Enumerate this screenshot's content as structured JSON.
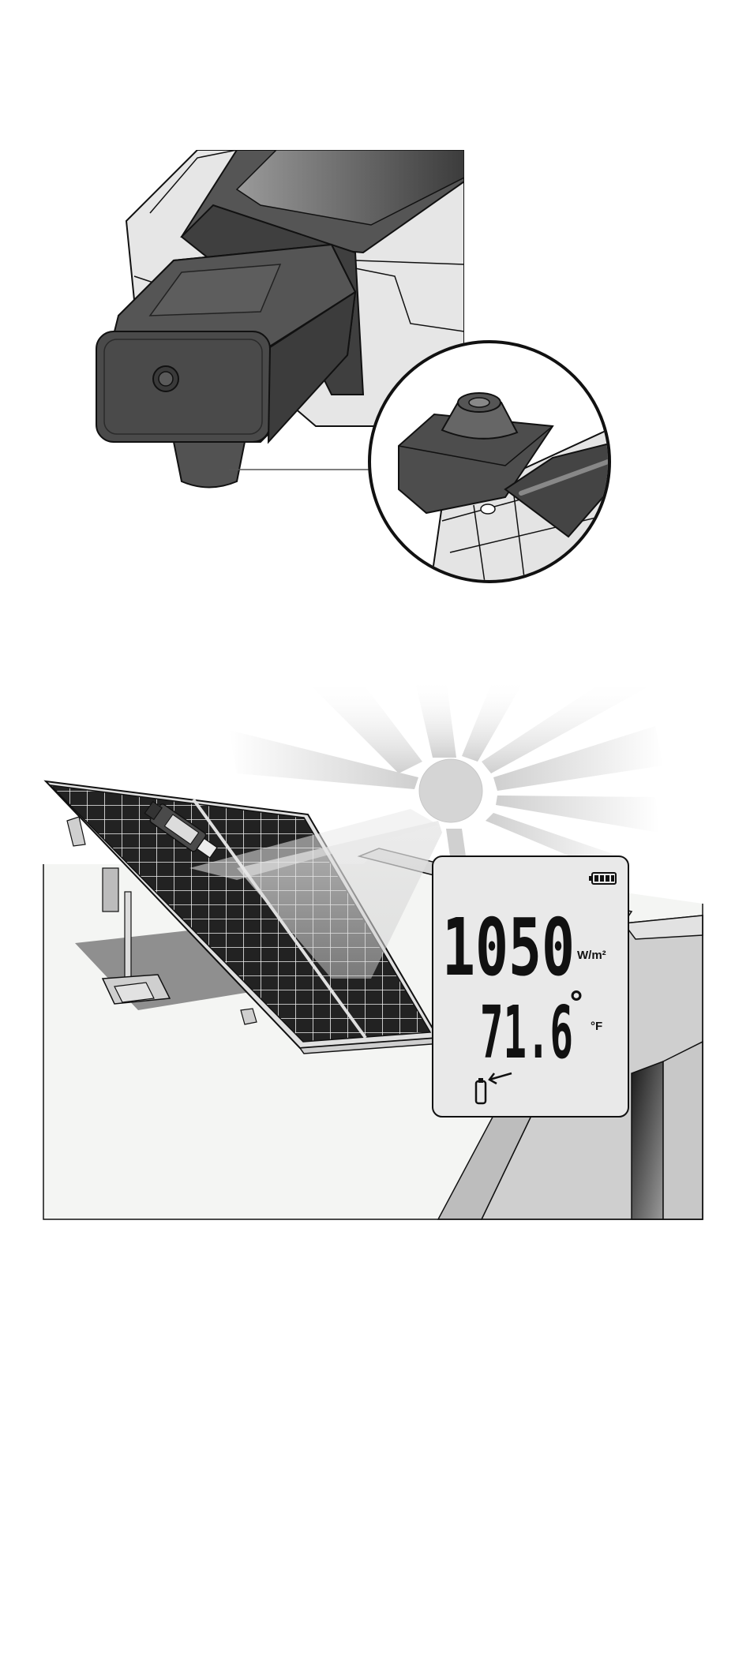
{
  "figure_top": {
    "device": "solar-power-meter-sensor-head",
    "inset": "sensor-detail-magnified"
  },
  "figure_bottom": {
    "scene": "solar-panel-measurement",
    "display": {
      "irradiance": "1050",
      "irradiance_unit": "W/m²",
      "temperature": "71.6",
      "degree": "°",
      "temperature_unit": "°F",
      "battery_icon": "battery-full-icon",
      "probe_icon": "temperature-probe-icon"
    }
  },
  "colors": {
    "dark_body": "#4a4a4a",
    "light_body": "#e6e6e6",
    "lcd_background": "#e9e9e9",
    "outline": "#111111"
  }
}
